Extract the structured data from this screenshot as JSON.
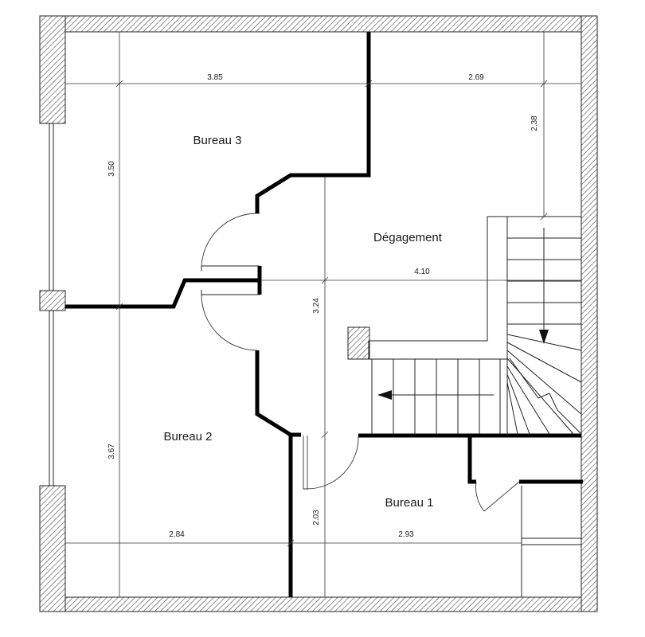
{
  "rooms": {
    "bureau3": "Bureau 3",
    "degagement": "Dégagement",
    "bureau2": "Bureau 2",
    "bureau1": "Bureau 1"
  },
  "dimensions": {
    "bureau3_width": "3.85",
    "degagement_top_width": "2.69",
    "degagement_top_height": "2.38",
    "bureau3_height": "3.50",
    "degagement_width": "4.10",
    "degagement_height": "3.24",
    "bureau2_height": "3.67",
    "bureau2_width": "2.84",
    "bureau1_height": "2.03",
    "bureau1_width": "2.93"
  },
  "colors": {
    "wall": "#000000",
    "hatch": "#555555",
    "line": "#222222"
  }
}
